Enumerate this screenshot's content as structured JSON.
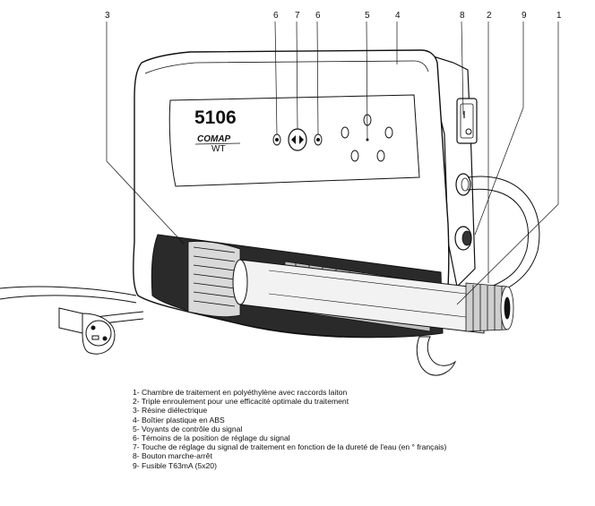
{
  "device": {
    "model": "5106",
    "brand": "COMAP",
    "brand_sub": "WT"
  },
  "callouts": [
    "3",
    "6",
    "7",
    "6",
    "5",
    "4",
    "8",
    "2",
    "9",
    "1"
  ],
  "legend": [
    "1- Chambre de traitement en polyéthylène avec raccords laiton",
    "2- Triple enroulement pour une efficacité optimale du traitement",
    "3- Résine diélectrique",
    "4- Boîtier plastique en ABS",
    "5- Voyants de contrôle du signal",
    "6- Témoins de la position de réglage du signal",
    "7- Touche de réglage du signal de traitement en fonction de la dureté de l'eau (en ° français)",
    "8- Bouton marche-arrêt",
    "9- Fusible T63mA (5x20)"
  ]
}
